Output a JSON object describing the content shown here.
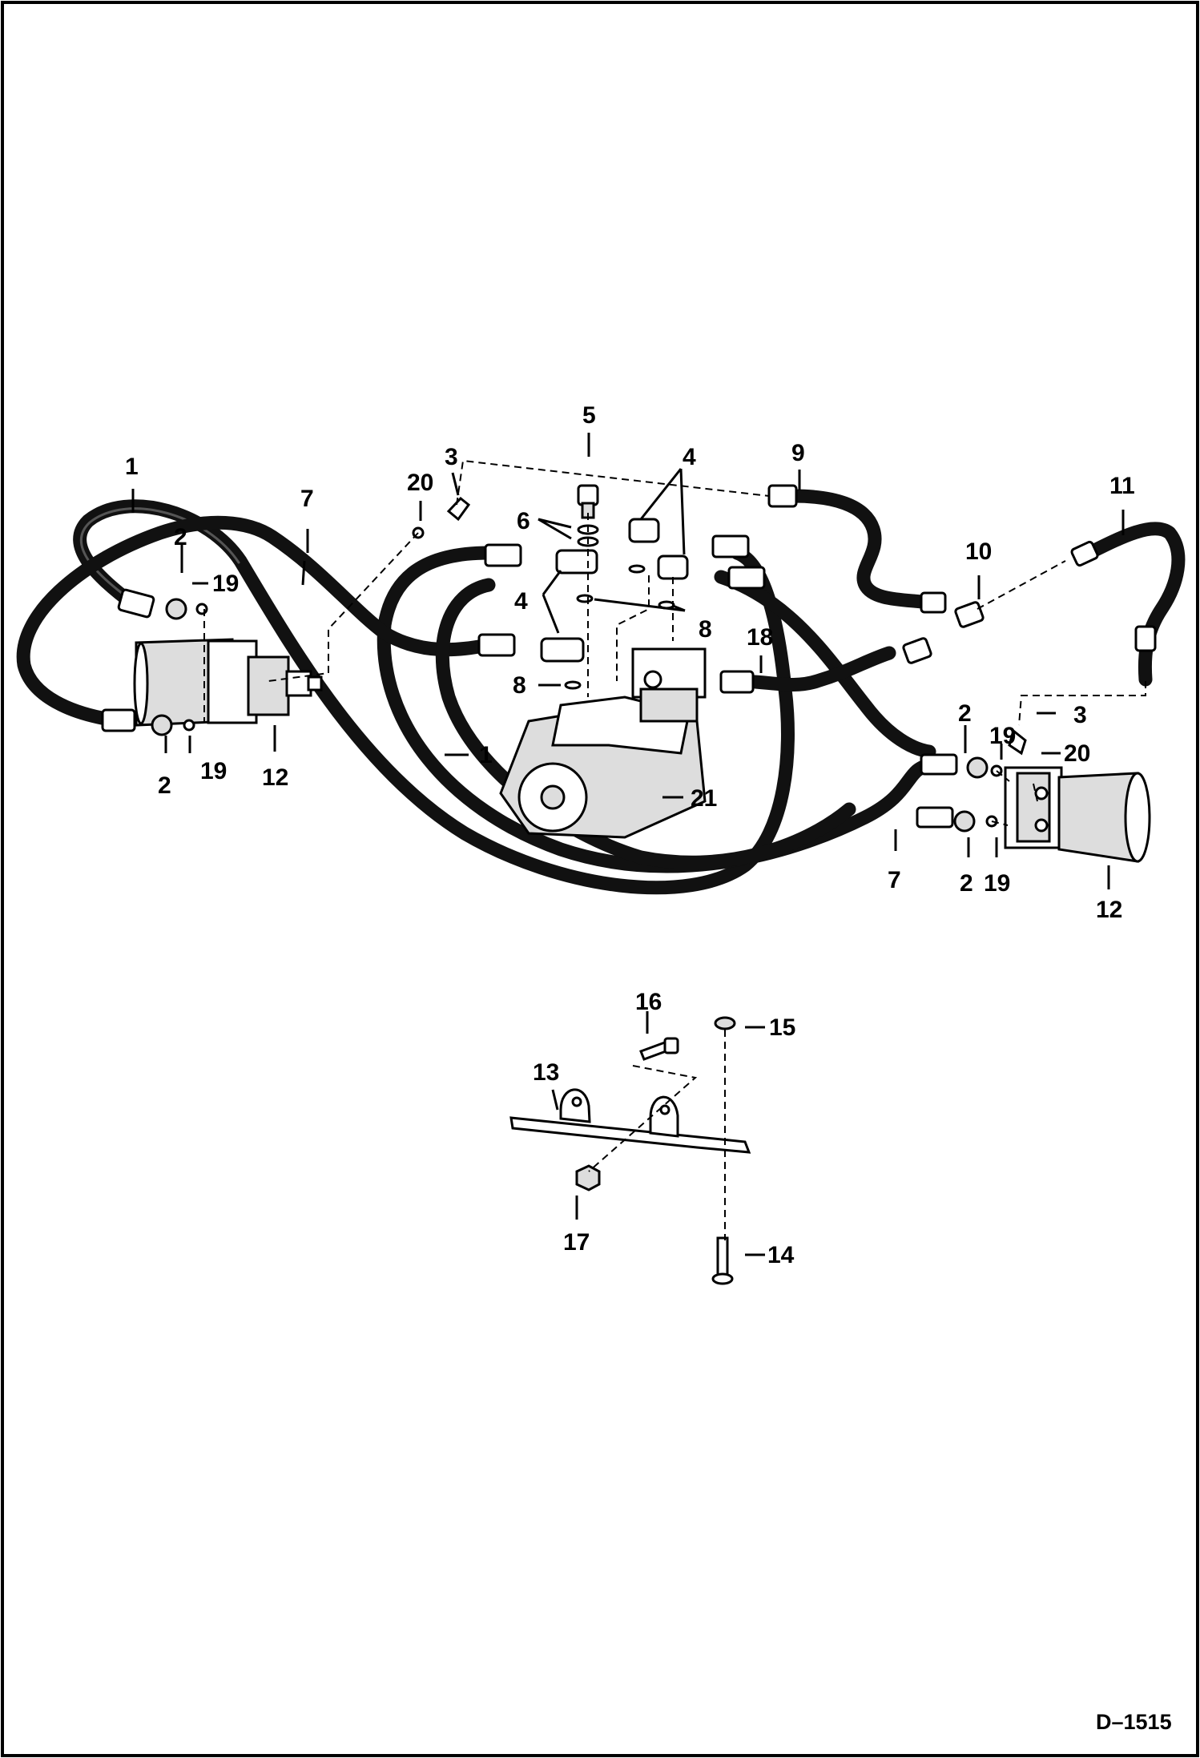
{
  "callouts": {
    "c1a": "1",
    "c1b": "1",
    "c2a": "2",
    "c2b": "2",
    "c2c": "2",
    "c2d": "2",
    "c3a": "3",
    "c3b": "3",
    "c4a": "4",
    "c4b": "4",
    "c5": "5",
    "c6": "6",
    "c7a": "7",
    "c7b": "7",
    "c8a": "8",
    "c8b": "8",
    "c9": "9",
    "c10": "10",
    "c11": "11",
    "c12a": "12",
    "c12b": "12",
    "c13": "13",
    "c14": "14",
    "c15": "15",
    "c16": "16",
    "c17": "17",
    "c18": "18",
    "c19a": "19",
    "c19b": "19",
    "c19c": "19",
    "c19d": "19",
    "c20a": "20",
    "c20b": "20",
    "c21": "21"
  },
  "figure_id": "D–1515"
}
